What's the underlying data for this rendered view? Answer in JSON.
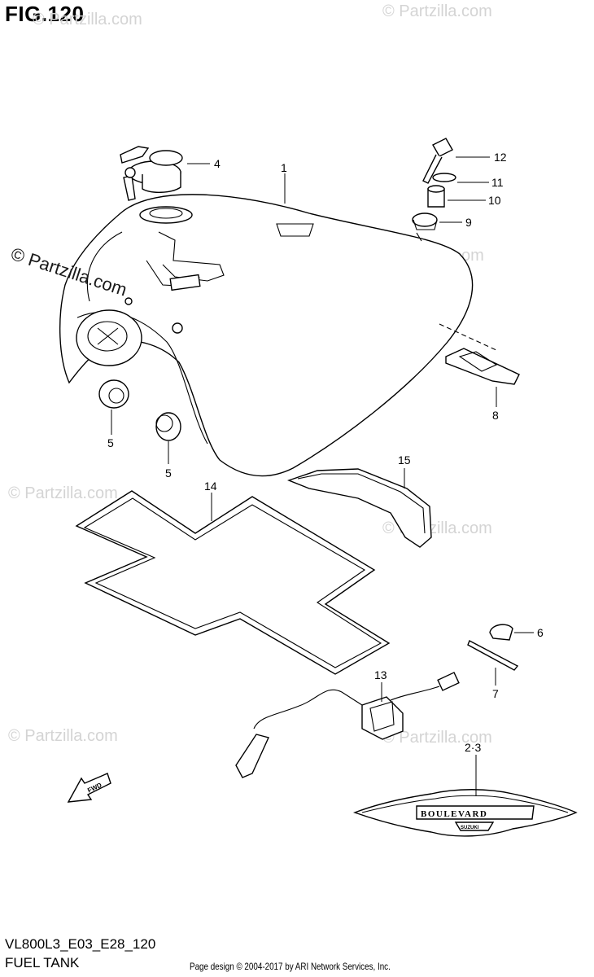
{
  "figure": {
    "title": "FIG.120",
    "code": "VL800L3_E03_E28_120",
    "name": "FUEL TANK",
    "copyright": "Page design © 2004-2017 by ARI Network Services, Inc."
  },
  "watermark": {
    "text": "© Partzilla.com",
    "dark_text": "© Partzilla.com"
  },
  "callouts": {
    "c1": "1",
    "c4": "4",
    "c12": "12",
    "c11": "11",
    "c10": "10",
    "c9": "9",
    "c8": "8",
    "c5a": "5",
    "c5b": "5",
    "c15": "15",
    "c14": "14",
    "c6": "6",
    "c7": "7",
    "c13": "13",
    "c23": "2·3"
  },
  "emblem": {
    "word": "BOULEVARD",
    "brand": "SUZUKI"
  },
  "fwd_label": "FWD"
}
